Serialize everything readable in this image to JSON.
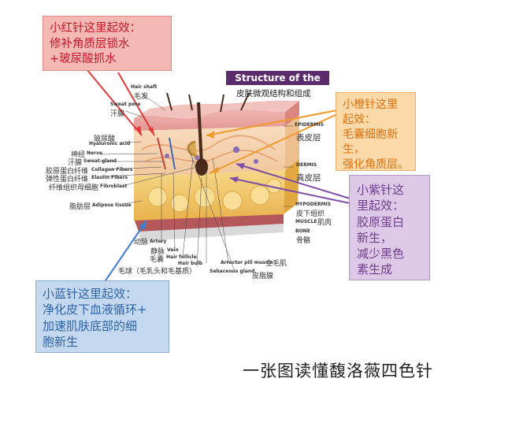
{
  "callouts": {
    "red": {
      "lines": [
        "小红针这里起效：",
        "修补角质层锁水",
        "+玻尿酸抓水"
      ],
      "color": "#f4b8b5"
    },
    "orange": {
      "lines": [
        "小橙针这里",
        "起效：",
        "毛囊细胞新",
        "生，",
        "强化角质层。"
      ],
      "color": "#fcd9a9"
    },
    "purple": {
      "lines": [
        "小紫针这",
        "里起效：",
        "胶原蛋白",
        "新生，",
        "减少黑色",
        "素生成"
      ],
      "color": "#ddc8e7"
    },
    "blue": {
      "lines": [
        "小蓝针这里起效：",
        "净化皮下血液循环+",
        "加速肌肤底部的细",
        "胞新生"
      ],
      "color": "#c4d8ef"
    }
  },
  "diagram": {
    "banner": "Structure of the skin",
    "subtitle": "皮肤微观结构和组成",
    "labels": {
      "hair_shaft_en": "Hair shaft",
      "hair_shaft_cn": "毛发",
      "sweat_pore_en": "Sweat pore",
      "sweat_pore_cn": "汗腺",
      "hyaluronic_cn": "玻尿酸",
      "hyaluronic_en": "Hyaluronic acid",
      "nerve_cn": "神经",
      "nerve_en": "Nerve",
      "sweat_gland_cn": "汗腺",
      "sweat_gland_en": "Sweat gland",
      "collagen_cn": "胶原蛋白纤维",
      "collagen_en": "Collagen Fibers",
      "elastin_cn": "弹性蛋白纤维",
      "elastin_en": "Elastin Fibers",
      "fibroblast_cn": "纤维组织母细胞",
      "fibroblast_en": "Fibroblast",
      "adipose_cn": "脂肪层",
      "adipose_en": "Adipose tissue",
      "epidermis_en": "EPIDERMIS",
      "epidermis_cn": "表皮层",
      "dermis_en": "DERMIS",
      "dermis_cn": "真皮层",
      "hypodermis_en": "HYPODERMIS",
      "hypodermis_cn": "皮下组织",
      "muscle_en": "MUSCLE",
      "muscle_cn": "肌肉",
      "bone_en": "BONE",
      "bone_cn": "骨骼",
      "artery_cn": "动脉",
      "artery_en": "Artery",
      "vein_cn": "静脉",
      "vein_en": "Vein",
      "hair_follicle_cn": "毛囊",
      "hair_follicle_en": "Hair follicle",
      "hair_bulb_cn": "毛球（毛乳头和毛基质）",
      "hair_bulb_en": "Hair bulb",
      "arrector_en": "Arrector pili muscle",
      "arrector_cn": "立毛肌",
      "sebaceous_en": "Sebaceous gland",
      "sebaceous_cn": "皮脂腺"
    },
    "colors": {
      "epidermis": "#e9a3a0",
      "dermis": "#f4cfa8",
      "fat": "#f3c86a",
      "muscle": "#b3565a",
      "bone": "#d9d9d9"
    }
  },
  "bottom_title": "一张图读懂馥洛薇四色针",
  "arrow_colors": {
    "red": "#e23a3a",
    "orange": "#f09a2a",
    "purple": "#7d4ea4",
    "blue": "#3f7fcf"
  }
}
